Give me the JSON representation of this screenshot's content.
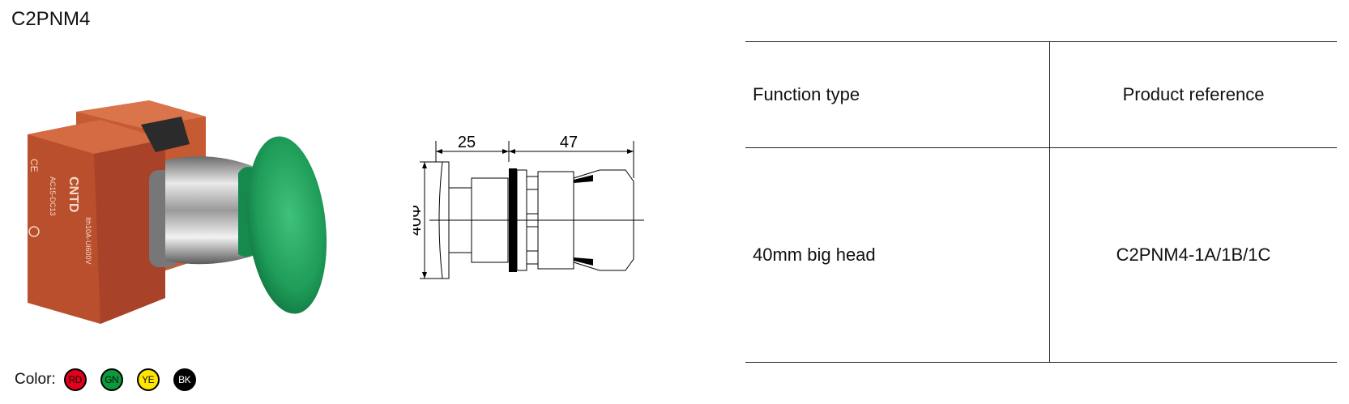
{
  "title": "C2PNM4",
  "product_image": {
    "brand": "CNTD",
    "rating_text": "AC15-DC13",
    "rating_text2": "Ith10A-Ui600V",
    "ce_mark": "CE"
  },
  "drawing": {
    "dim_left": "25",
    "dim_right": "47",
    "dim_diameter": "40Φ"
  },
  "table": {
    "header": [
      "Function type",
      "Product reference"
    ],
    "rows": [
      [
        "40mm big head",
        "C2PNM4-1A/1B/1C"
      ]
    ]
  },
  "colors": {
    "label": "Color:",
    "items": [
      {
        "code": "RD",
        "fill": "#e3001b",
        "text": "#111111"
      },
      {
        "code": "GN",
        "fill": "#0a9a3c",
        "text": "#111111"
      },
      {
        "code": "YE",
        "fill": "#ffe600",
        "text": "#111111"
      },
      {
        "code": "BK",
        "fill": "#000000",
        "text": "#ffffff"
      }
    ]
  }
}
